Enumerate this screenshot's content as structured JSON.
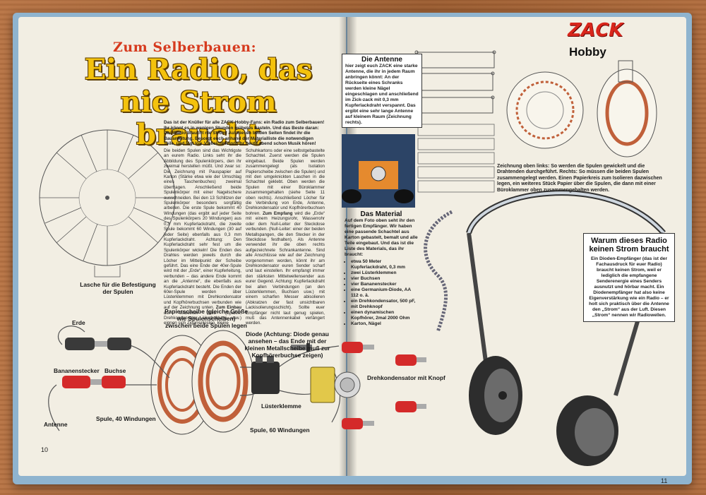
{
  "left_page": {
    "kicker": "Zum Selberbauen:",
    "headline": "Ein Radio, das nie Strom braucht",
    "intro": "Das ist der Knüller für alle ZACK-Hobby-Fans: ein Radio zum Selberbauen! Ihr könnt es in wenigen Stunden mühelos basteln. Und das Beste daran: Das Radio braucht nie Strom! Auf diesen beiden Seiten findet ihr die Bauanleitung. Besorgt euch anhand der Materialliste die notwendigen Teile, und legt los. Vielleicht könnt ihr heute abend schon Musik hören!",
    "col1": "Die beiden Spulen sind das Wichtigste an eurem Radio. Links seht ihr die Abbildung des Spulenkörpers, den ihr zweimal herstellen müßt. Und zwar so: Die Zeichnung mit Pauspapier auf Karton (Stärke etwa wie der Umschlag eines Taschenbuches) zweimal übertragen. Anschließend beide Spulenkörper mit einer Nagelschere ausschneiden. Bei den 13 Schlitzen der Spulenkörper besonders sorgfältig arbeiten. Die erste Spule bekommt 40 Windungen (das ergibt auf jeder Seite des Spulenkörpers 20 Windungen) aus 0,3 mm Kupferlackdraht, die zweite Spule bekommt 60 Windungen (30 auf jeder Seite) ebenfalls aus 0,3 mm Kupferlackdraht. Achtung: Den Kupferlackdraht sehr fest um die Spulenkörper wickeln! Die Enden des Drahtes werden jeweils durch die Löcher im Mittelpunkt der Scheibe geführt. Das eine Ende der 40er-Spule wird mit der „Erde“, einer Kupferleitung, verbunden – das andere Ende kommt an die „Antenne“, die ebenfalls aus Kupferlackdraht besteht. Die Enden der 60er-Spule werden über Lüsterklemmen mit Drehkondensator und Kopfhörerbuchsen verbunden wie auf der Zeichnung unten.",
    "col1_tail_bold": "Zum Einbau",
    "col1_tail": "der einzelnen Teile (Spulen, Drehkondensator, Verdrahtung usw.) eignen sich Zigarrenkisten, kleine",
    "col2": "Schuhkartons oder eine selbstgebastelte Schachtel. Zuerst werden die Spulen eingebaut. Beide Spulen werden zusammengelegt (als Isolation Papierscheibe zwischen die Spulen) und mit den umgeknickten Laschen in die Schachtel geklebt. Oben werden die Spulen mit einer Büroklammer zusammengehalten (siehe Seite 11 oben rechts). Anschließend Löcher für die Verbindung von Erde, Antenne, Drehkondensator und Kopfhörerbuchsen bohren.",
    "col2_b_bold": "Zum Empfang",
    "col2_b": "wird die „Erde“ mit einem Heizungsrohr, Wasserrohr oder dem Null-Leiter der Steckdose verbunden. (Null-Leiter: einer der beiden Metallspangen, die den Stecker in der Steckdose festhalten). Als Antenne verwendet ihr die oben rechts aufgezeichnete Schrankantenne. Sind alle Anschlüsse wie auf der Zeichnung vorgenommen worden, könnt ihr am Drehkondensator euren Sender scharf und laut einstellen. Ihr empfangt immer den stärksten Mittelwellensender aus eurer Gegend. Achtung: Kupferlackdraht bei allen Verbindungen (an den Lüsterklemmen, Buchsen usw.) mit einem scharfen Messer abisolieren (Abkratzen der fast unsichtbaren Lackisolierungsschicht). Sollte euer Empfänger nicht laut genug spielen, muß das Antennenkabel verlängert werden.",
    "labels": {
      "lasche": "Lasche für die Befestigung der Spulen",
      "papierscheibe": "Papierscheibe (gleiche Größe wie Spulenscheiben) zwischen beide Spulen legen",
      "diode": "Diode (Achtung: Diode genau ansehen – das Ende mit der kleinen Metallscheibe muß zur Kopfhörerbuchse zeigen)",
      "erde": "Erde",
      "bananenstecker": "Bananenstecker",
      "buchse": "Buchse",
      "antenne": "Antenne",
      "spule40": "Spule, 40 Windungen",
      "spule60": "Spule, 60 Windungen",
      "luesterklemme": "Lüsterklemme",
      "drehkondensator": "Drehkondensator mit Knopf"
    },
    "page_number": "10"
  },
  "right_page": {
    "brand": "ZACK",
    "section": "Hobby",
    "antenne_box": {
      "title": "Die Antenne",
      "text": "hier zeigt euch ZACK eine starke Antenne, die ihr in jedem Raum anbringen könnt: An der Rückseite eines Schranks werden kleine Nägel eingeschlagen und anschließend im Zick-zack mit 0,3 mm Kupferlackdraht verspannt. Das ergibt eine sehr lange Antenne auf kleinem Raum (Zeichnung rechts)."
    },
    "material_box": {
      "title": "Das Material",
      "text": "Auf dem Foto oben seht ihr den fertigen Empfänger. Wir haben eine passende Schachtel aus Karton gebastelt, bemalt und alle Teile eingebaut. Und das ist die Liste des Materials, das ihr braucht:",
      "items": [
        "etwa 50 Meter Kupferlackdraht, 0,3 mm",
        "zwei Lüsterklemmen",
        "vier Buchsen",
        "vier Bananenstecker",
        "eine Germanium-Diode, AA 112 o. ä.",
        "ein Drehkondensator, 500 pF, mit Drehknopf",
        "einen dynamischen Kopfhörer, 2mal 2000 Ohm",
        "Karton, Nägel"
      ]
    },
    "spulen_caption": "Zeichnung oben links: So werden die Spulen gewickelt und die Drahtenden durchgeführt. Rechts: So müssen die beiden Spulen zusammengelegt werden. Einen Papierkreis zum Isolieren dazwischen legen, ein weiteres Stück Papier über die Spulen, die dann mit einer Büroklammer oben zusammengehalten werden.",
    "warum_box": {
      "title": "Warum dieses Radio keinen Strom braucht",
      "text": "Ein Dioden-Empfänger (das ist der Fachausdruck für euer Radio) braucht keinen Strom, weil er lediglich die empfangene Senderenergie eines Senders ausnutzt und hörbar macht. Ein Diodenempfänger hat also keine Eigenverstärkung wie ein Radio – er holt sich praktisch über die Antenne den „Strom“ aus der Luft. Diesen „Strom“ nennen wir Radiowellen."
    },
    "page_number": "11"
  },
  "colors": {
    "headline": "#f4c20d",
    "kicker": "#d63a1e",
    "plug_red": "#d42a2a",
    "coil_copper": "#c0603a"
  }
}
